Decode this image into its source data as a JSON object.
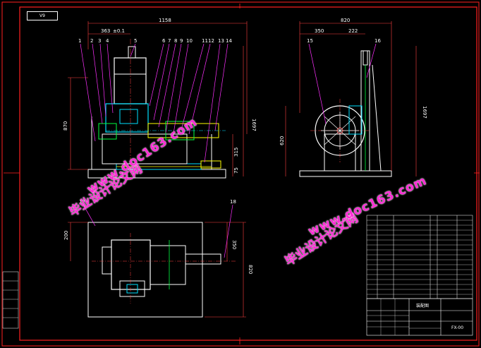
{
  "sheet": {
    "tag": "V9",
    "title_block_label": "装配图",
    "drawing_number": "FX-00"
  },
  "dimensions": {
    "front_width": "1158",
    "front_partial": "363",
    "front_partial_unit": "±0.1",
    "front_height": "1697",
    "front_left_height": "870",
    "front_shaft_height": "315",
    "front_base": "75",
    "side_width": "820",
    "side_left": "350",
    "side_right": "222",
    "side_height": "1697",
    "side_left_height": "620",
    "top_offset": "200",
    "top_right": "350",
    "top_height": "820"
  },
  "callouts": {
    "front": [
      "1",
      "2",
      "3",
      "4",
      "5",
      "6",
      "7",
      "8",
      "9",
      "10",
      "11",
      "12",
      "13",
      "14"
    ],
    "side": [
      "15",
      "16"
    ],
    "top": [
      "17",
      "18"
    ]
  },
  "watermark": {
    "line1": "毕业设计论文网",
    "line2": "www.doc163.com"
  },
  "colors": {
    "background": "#000000",
    "border": "#ff2020",
    "line": "#ffffff",
    "dimension": "#ff4040",
    "leader": "#ff30ff",
    "part_cyan": "#00e0ff",
    "part_yellow": "#ffff00",
    "part_green": "#00ff40",
    "watermark": "#ff2ad6"
  }
}
